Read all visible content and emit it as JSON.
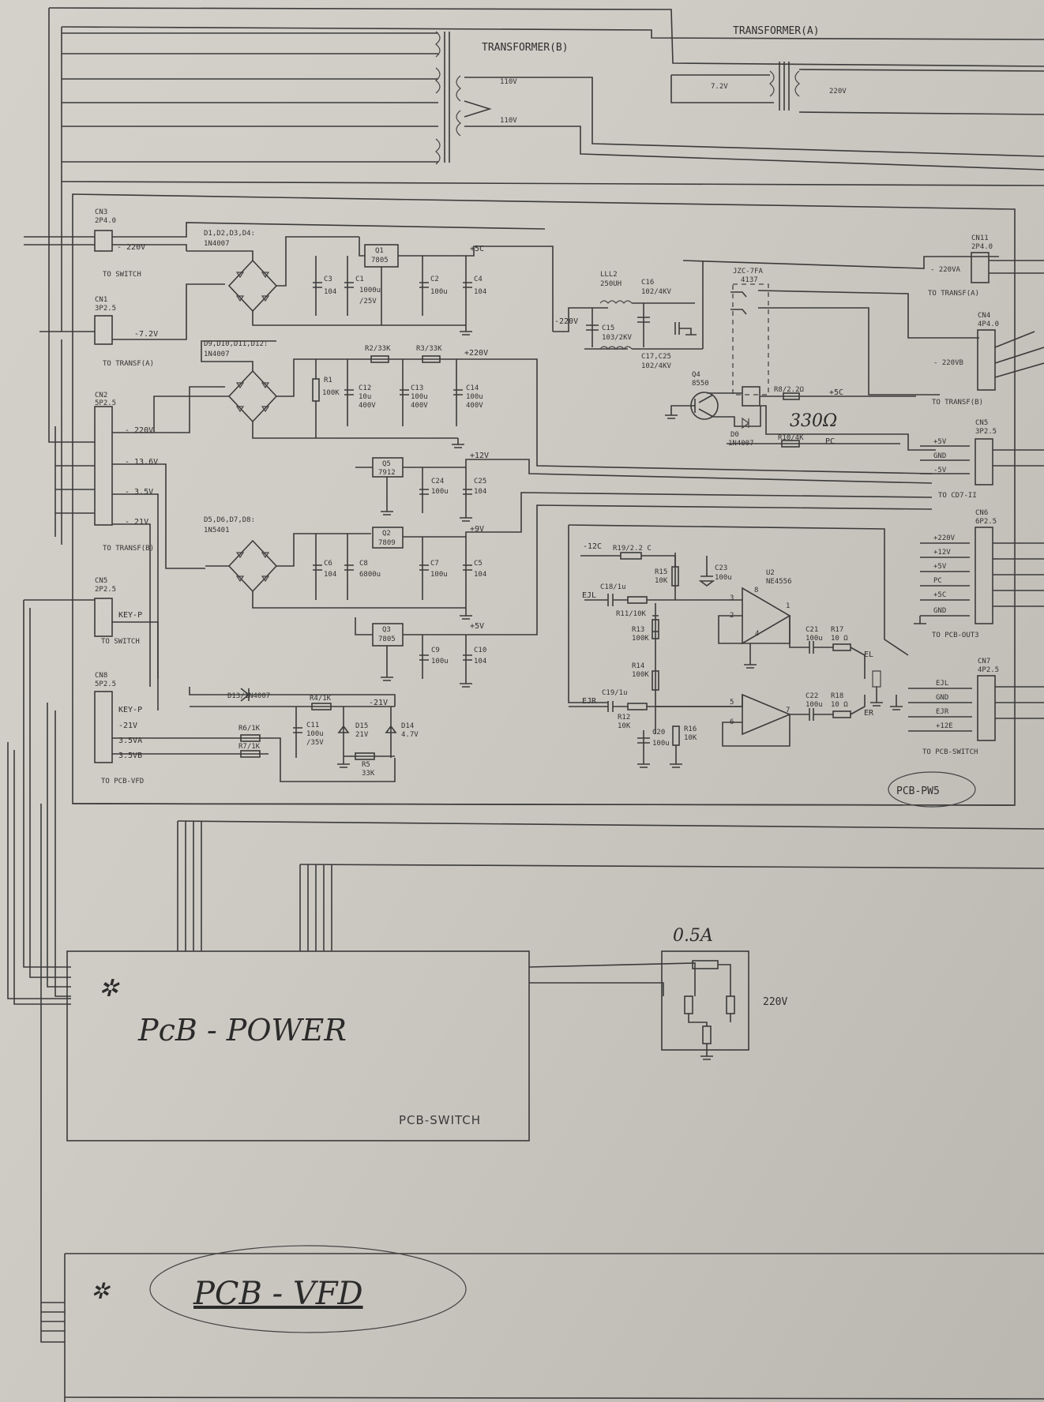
{
  "header": {
    "transformer_b": "TRANSFORMER(B)",
    "transformer_a": "TRANSFORMER(A)",
    "tb_primary_1": "110V",
    "tb_primary_2": "110V",
    "ta_secondary": "7.2V",
    "ta_primary": "220V"
  },
  "left_connectors": {
    "cn3": {
      "name": "CN3",
      "type": "2P4.0",
      "label": "- 220V",
      "target": "TO SWITCH"
    },
    "cn1": {
      "name": "CN1",
      "type": "3P2.5",
      "label": "-7.2V",
      "target": "TO TRANSF(A)"
    },
    "cn2": {
      "name": "CN2",
      "type": "5P2.5",
      "labels": [
        "- 220V",
        "- 13.6V",
        "- 3.5V",
        "- 21V"
      ],
      "target": "TO TRANSF(B)"
    },
    "cn5": {
      "name": "CN5",
      "type": "2P2.5",
      "label": "KEY-P",
      "target": "TO SWITCH"
    },
    "cn8": {
      "name": "CN8",
      "type": "5P2.5",
      "labels": [
        "KEY-P",
        "-21V",
        "3.5VA",
        "3.5VB"
      ],
      "target": "TO PCB-VFD"
    }
  },
  "rectifiers": {
    "bridge1": {
      "label": "D1,D2,D3,D4:",
      "part": "1N4007"
    },
    "bridge2": {
      "label": "D9,D10,D11,D12:",
      "part": "1N4007"
    },
    "bridge3": {
      "label": "D5,D6,D7,D8:",
      "part": "1N5401"
    }
  },
  "components": {
    "q1": {
      "name": "Q1",
      "part": "7805"
    },
    "q5": {
      "name": "Q5",
      "part": "7912"
    },
    "q2": {
      "name": "Q2",
      "part": "7809"
    },
    "q3": {
      "name": "Q3",
      "part": "7805"
    },
    "c3": "C3",
    "c3v": "104",
    "c1": "C1",
    "c1v": "1000u",
    "c1r": "/25V",
    "c2": "C2",
    "c2v": "100u",
    "c4": "C4",
    "c4v": "104",
    "r1": "R1",
    "r1v": "100K",
    "r2": "R2/33K",
    "r3": "R3/33K",
    "c12": "C12",
    "c12v": "10u",
    "c12r": "400V",
    "c13": "C13",
    "c13v": "100u",
    "c13r": "400V",
    "c14": "C14",
    "c14v": "100u",
    "c14r": "400V",
    "c24": "C24",
    "c24v": "100u",
    "c25": "C25",
    "c25v": "104",
    "c6": "C6",
    "c6v": "104",
    "c8": "C8",
    "c8v": "6800u",
    "c7": "C7",
    "c7v": "100u",
    "c5": "C5",
    "c5v": "104",
    "c9": "C9",
    "c9v": "100u",
    "c10": "C10",
    "c10v": "104",
    "d13": "D13/1N4007",
    "r4": "R4/1K",
    "r6": "R6/1K",
    "r7": "R7/1K",
    "c11": "C11",
    "c11v": "100u",
    "c11r": "/35V",
    "d15": "D15",
    "d15v": "21V",
    "d14": "D14",
    "d14v": "4.7V",
    "r5": "R5",
    "r5v": "33K",
    "lll2": "LLL2",
    "lll2v": "250UH",
    "c16": "C16",
    "c16v": "102/4KV",
    "c15": "C15",
    "c15v": "103/2KV",
    "c17": "C17,C25",
    "c17v": "102/4KV",
    "relay": "JZC-7FA",
    "relay2": "4137",
    "q4": "Q4",
    "q4v": "8550",
    "d0": "D0",
    "d0v": "1N4007",
    "r8": "R8/2.2Ω",
    "r10": "R10/4K",
    "r19": "R19/2.2 C",
    "r15": "R15",
    "r15v": "10K",
    "c23": "C23",
    "c23v": "100u",
    "u2": "U2",
    "u2v": "NE4556",
    "c18": "C18/1u",
    "r11": "R11/10K",
    "r13": "R13",
    "r13v": "100K",
    "r14": "R14",
    "r14v": "100K",
    "c19": "C19/1u",
    "r12": "R12",
    "r12v": "10K",
    "c20": "C20",
    "c20v": "100u",
    "r16": "R16",
    "r16v": "10K",
    "c21": "C21",
    "c21v": "100u",
    "r17": "R17",
    "r17v": "10 Ω",
    "c22": "C22",
    "c22v": "100u",
    "r18": "R18",
    "r18v": "10 Ω"
  },
  "nets": {
    "plus5c": "+5C",
    "plus220": "+220V",
    "plus12": "+12V",
    "plus9": "+9V",
    "plus5v": "+5V",
    "minus21": "-21V",
    "minus220": "-220V",
    "minus12c": "-12C",
    "plus5c2": "+5C",
    "pc": "PC",
    "el": "EL",
    "er": "ER",
    "ejl": "EJL",
    "ejr": "EJR",
    "pin3": "3",
    "pin8": "8",
    "pin2": "2",
    "pin4": "4",
    "pin1": "1",
    "pin5": "5",
    "pin6": "6",
    "pin7": "7"
  },
  "right_connectors": {
    "cn11": {
      "name": "CN11",
      "type": "2P4.0",
      "label": "- 220VA",
      "target": "TO TRANSF(A)"
    },
    "cn4": {
      "name": "CN4",
      "type": "4P4.0",
      "label": "- 220VB",
      "target": "TO TRANSF(B)"
    },
    "cn5b": {
      "name": "CN5",
      "type": "3P2.5",
      "labels": [
        "+5V",
        "GND",
        "-5V"
      ],
      "target": "TO CD7-II"
    },
    "cn6": {
      "name": "CN6",
      "type": "6P2.5",
      "labels": [
        "+220V",
        "+12V",
        "+5V",
        "PC",
        "+5C",
        "GND"
      ],
      "target": "TO PCB-OUT3"
    },
    "cn7": {
      "name": "CN7",
      "type": "4P2.5",
      "labels": [
        "EJL",
        "GND",
        "EJR",
        "+12E"
      ],
      "target": "TO PCB-SWITCH"
    }
  },
  "annotations": {
    "handwritten_330": "330Ω",
    "pcb_pw5": "PCB-PW5",
    "fuse_rating": "0.5A",
    "mains": "220V",
    "pcb_power": "PcB - POWER",
    "pcb_switch": "PCB-SWITCH",
    "pcb_vfd": "PCB - VFD",
    "star": "✲"
  }
}
